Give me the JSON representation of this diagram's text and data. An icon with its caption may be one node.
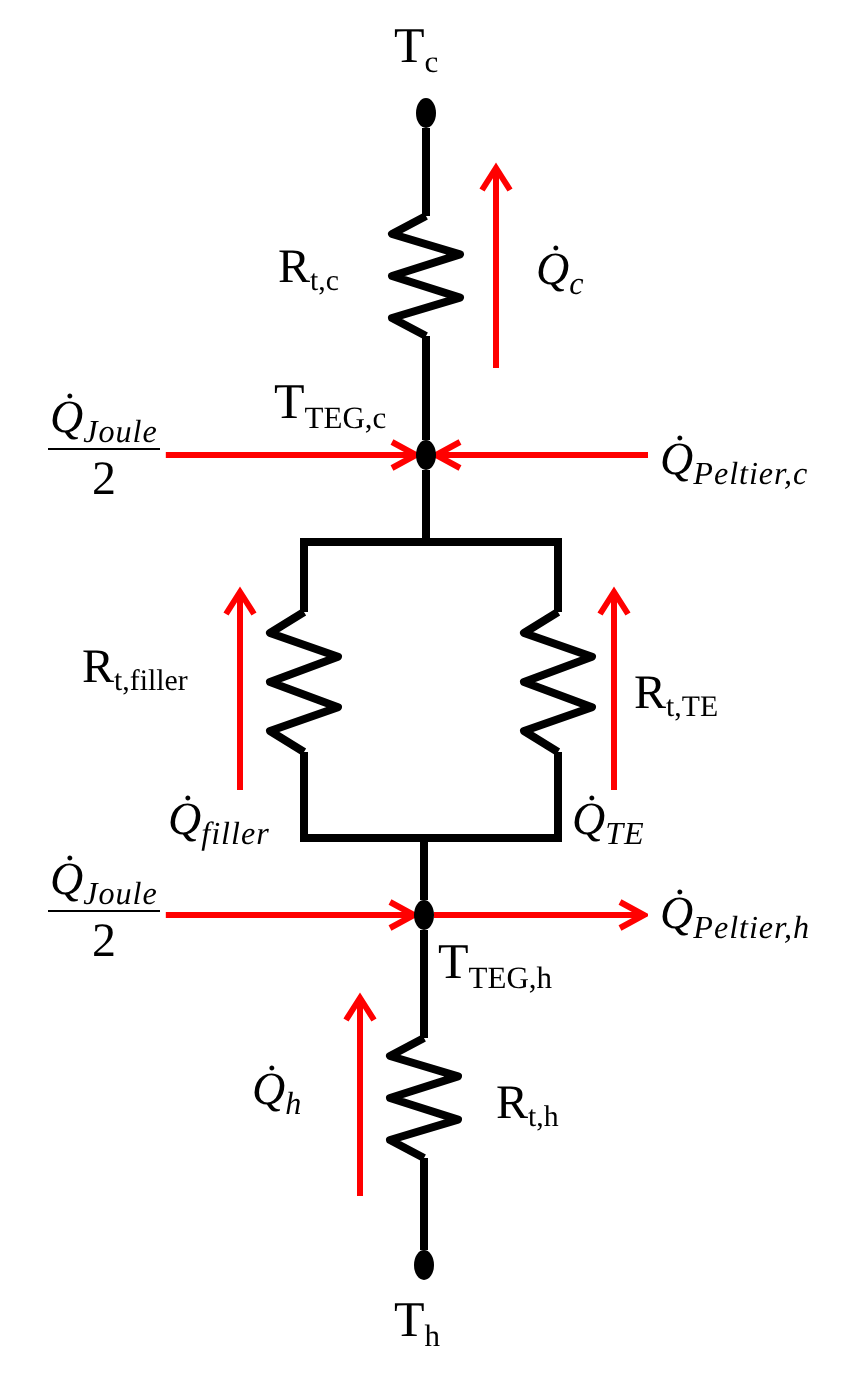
{
  "diagram": {
    "nodes": [
      {
        "text": [],
        "shape": "circle",
        "beside": [
          "T$_{c}$"
        ]
      },
      {
        "text": [],
        "shape": "resistor",
        "beside": [
          "R$_{t,c}$"
        ]
      },
      {
        "text": [
          "Q̇$_{Joule}$",
          "2"
        ]
      },
      {
        "text": [],
        "shape": "circle",
        "beside": [
          "T$_{TEG,c}$"
        ]
      },
      {
        "text": [
          "Q̇$_{Peltier,c}$"
        ]
      },
      {
        "text": [],
        "shape": "resistor",
        "beside": [
          "R$_{t,filler}$"
        ]
      },
      {
        "text": [],
        "shape": "resistor",
        "beside": [
          "R$_{t,TE}$"
        ]
      },
      {
        "text": [
          "Q̇$_{Joule}$",
          "2"
        ]
      },
      {
        "text": [],
        "shape": "circle",
        "beside": [
          "T$_{TEG,h}$"
        ]
      },
      {
        "text": [
          "Q̇$_{Peltier,h}$"
        ]
      },
      {
        "text": [],
        "shape": "resistor",
        "beside": [
          "R$_{t,h}$"
        ]
      },
      {
        "text": [],
        "shape": "circle",
        "beside": [
          "T$_{h}$"
        ]
      }
    ],
    "edges": [
      {
        "from": 0,
        "to": 1,
        "arrow": "none"
      },
      {
        "from": 1,
        "to": 3,
        "arrow": "none"
      },
      {
        "from": 2,
        "to": 3,
        "arrow": "to",
        "color": "#ff0000"
      },
      {
        "from": 4,
        "to": 3,
        "arrow": "to",
        "color": "#ff0000"
      },
      {
        "from": 3,
        "to": 5,
        "arrow": "none"
      },
      {
        "from": 3,
        "to": 6,
        "arrow": "none"
      },
      {
        "from": 5,
        "to": 8,
        "arrow": "none"
      },
      {
        "from": 6,
        "to": 8,
        "arrow": "none"
      },
      {
        "from": 7,
        "to": 8,
        "arrow": "to",
        "color": "#ff0000"
      },
      {
        "from": 8,
        "to": 9,
        "arrow": "to",
        "color": "#ff0000"
      },
      {
        "from": 8,
        "to": 10,
        "arrow": "none"
      },
      {
        "from": 10,
        "to": 11,
        "arrow": "none"
      }
    ],
    "labels": [
      "Q̇$_{c}$",
      "Q̇$_{filler}$",
      "Q̇$_{TE}$",
      "Q̇$_{h}$"
    ]
  }
}
